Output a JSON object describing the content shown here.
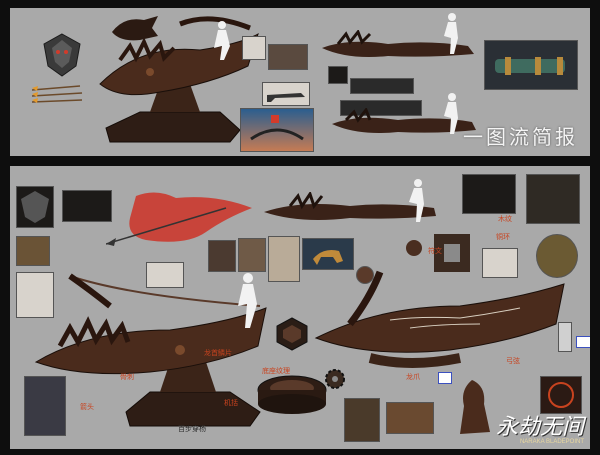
{
  "top_panel": {
    "title": "一图流简报"
  },
  "bottom_panel": {
    "annotations": [
      "龙首鳞片",
      "骨刺",
      "箭头",
      "机括",
      "底座纹理",
      "符文",
      "铜环",
      "木纹",
      "龙爪",
      "弓弦",
      "百步穿杨"
    ],
    "brand": {
      "logo": "永劫无间",
      "subtitle": "NARAKA BLADEPOINT"
    }
  },
  "colors": {
    "background": "#0e0e0e",
    "panel": "#a9a9a9",
    "wood_dark": "#3b2418",
    "wood_mid": "#6b3d26",
    "annotation": "#c8431f",
    "glow_red": "#d23b2b",
    "mannequin": "#f2f2f2"
  }
}
